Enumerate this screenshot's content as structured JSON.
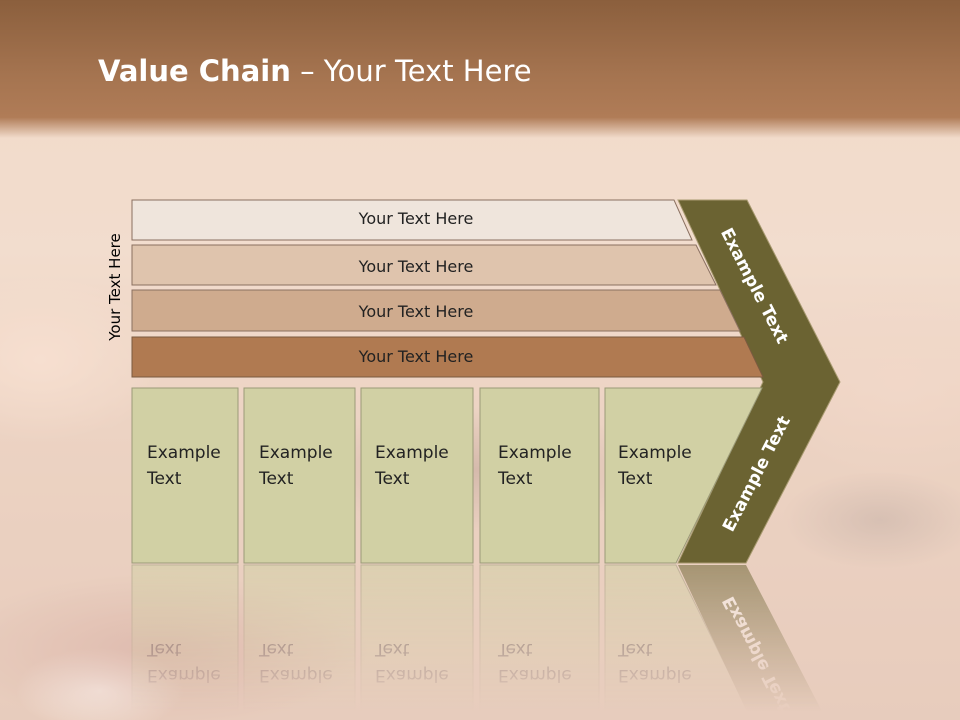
{
  "title": {
    "bold": "Value Chain",
    "rest": " – Your Text Here"
  },
  "side_label": "Your Text Here",
  "rows": [
    {
      "label": "Your Text Here",
      "color": "#efe5dc"
    },
    {
      "label": "Your Text Here",
      "color": "#dfc4ad"
    },
    {
      "label": "Your Text Here",
      "color": "#cfab8e"
    },
    {
      "label": "Your Text Here",
      "color": "#b07a51"
    }
  ],
  "boxes": [
    {
      "line1": "Example",
      "line2": "Text"
    },
    {
      "line1": "Example",
      "line2": "Text"
    },
    {
      "line1": "Example",
      "line2": "Text"
    },
    {
      "line1": "Example",
      "line2": "Text"
    },
    {
      "line1": "Example",
      "line2": "Text"
    }
  ],
  "arrow": {
    "upper_label": "Example Text",
    "lower_label": "Example Text",
    "color": "#6b6332"
  },
  "box_color": "#d1d0a4"
}
